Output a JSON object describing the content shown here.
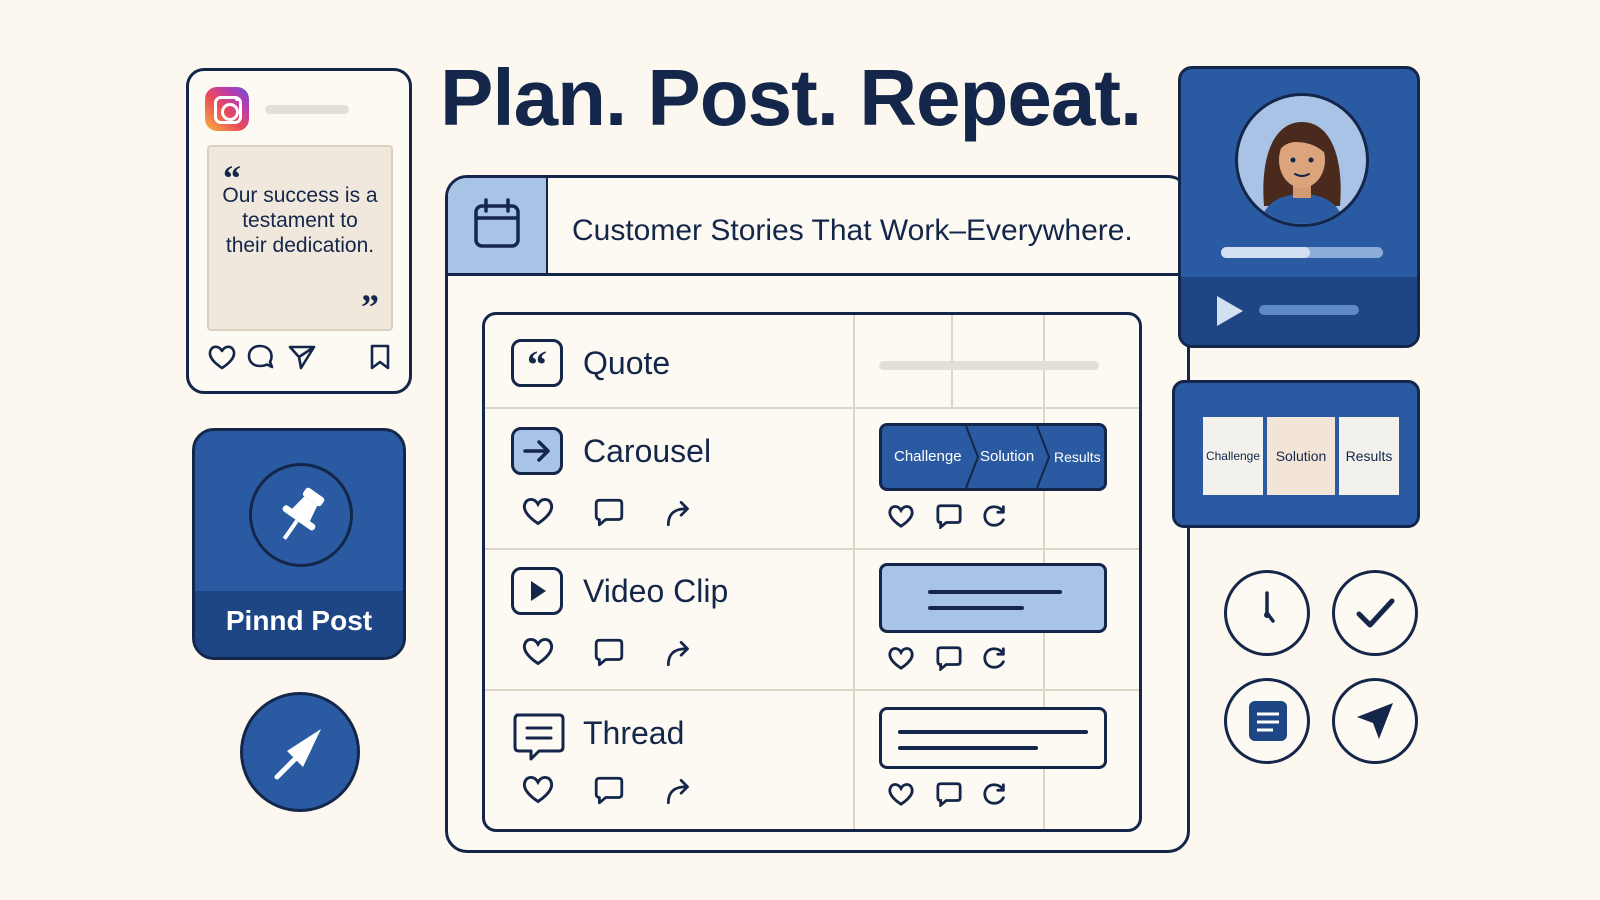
{
  "headline": "Plan. Post. Repeat.",
  "instagram_post": {
    "quote_text": "Our success is a testament to their dedication.",
    "open_mark": "“",
    "close_mark": "”",
    "actions": [
      "heart-icon",
      "comment-icon",
      "send-icon",
      "bookmark-icon"
    ]
  },
  "pinned_post": {
    "label": "Pinnd Post"
  },
  "panel": {
    "title": "Customer Stories That Work–Everywhere.",
    "rows": [
      {
        "label": "Quote",
        "icon": "quote-icon"
      },
      {
        "label": "Carousel",
        "icon": "arrow-right-icon"
      },
      {
        "label": "Video Clip",
        "icon": "play-icon"
      },
      {
        "label": "Thread",
        "icon": "thread-icon"
      }
    ],
    "carousel_steps": [
      "Challenge",
      "Solution",
      "Results"
    ]
  },
  "video_card": {
    "progress": 0.55
  },
  "steps_card": {
    "steps": [
      "Challenge",
      "Solution",
      "Results"
    ]
  },
  "round_icons": [
    "clock-icon",
    "check-icon",
    "document-icon",
    "send-arrow-icon"
  ],
  "colors": {
    "navy": "#14264a",
    "blue": "#2a5ba2",
    "dark_blue": "#1e4584",
    "light_blue": "#a9c3e6",
    "cream": "#fcf8ef"
  }
}
